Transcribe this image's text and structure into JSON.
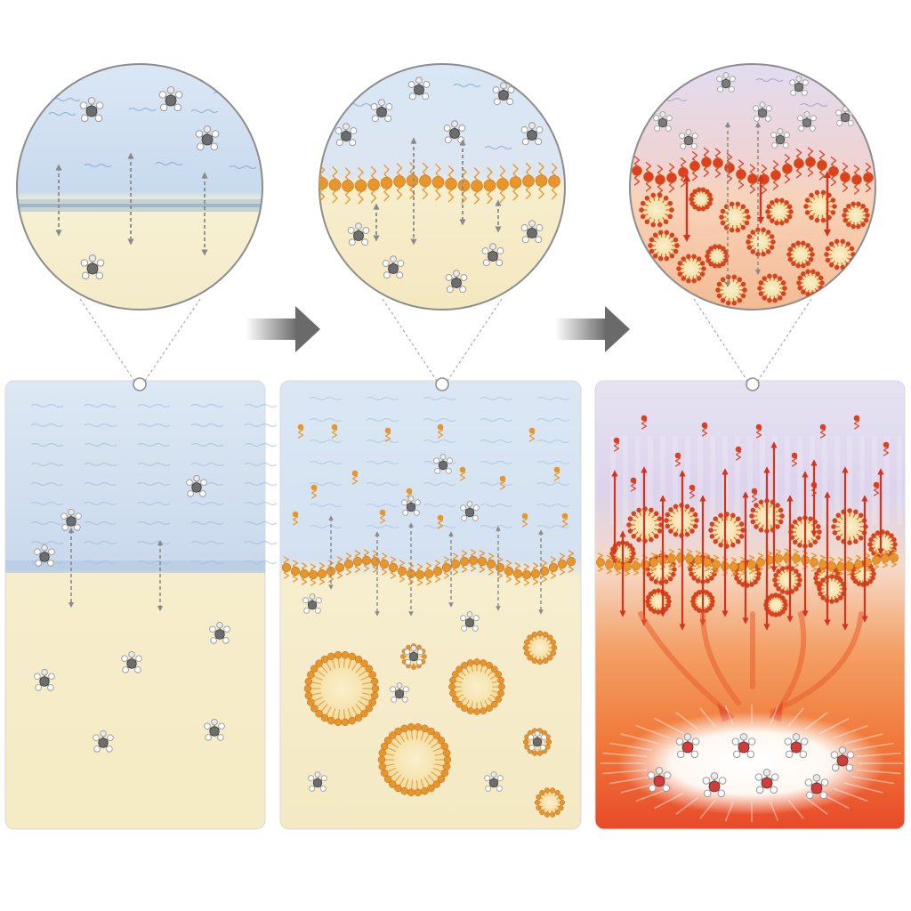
{
  "stages": [
    {
      "id": "stage-1",
      "state": "oil-water-interface",
      "surfactant": "none"
    },
    {
      "id": "stage-2",
      "state": "surfactant-monolayer-and-micelles",
      "surfactant": "orange"
    },
    {
      "id": "stage-3",
      "state": "dense-micelle-transport-with-product-release",
      "surfactant": "red"
    }
  ],
  "colors": {
    "water_top": "#d9e6f4",
    "water_mid": "#c3d6ec",
    "oil": "#f6ecc7",
    "oil_deep": "#f3e4b4",
    "interface_blue": "#6f9ccc",
    "surfactant_orange": "#e8952a",
    "surfactant_orange_dark": "#c9731a",
    "surfactant_red": "#de3f1f",
    "heat_orange": "#f07a2e",
    "heat_red": "#e7462a",
    "molecule_gray": "#6d6d6d",
    "molecule_red": "#d63b3b",
    "arrow_gray": "#8a8a8a",
    "process_arrow": "#6a6a6a"
  },
  "icons": {
    "transition_arrow": "arrow-right-icon",
    "molecule": "molecule-icon",
    "micelle": "micelle-icon",
    "magnifier_link": "zoom-connector-icon"
  }
}
